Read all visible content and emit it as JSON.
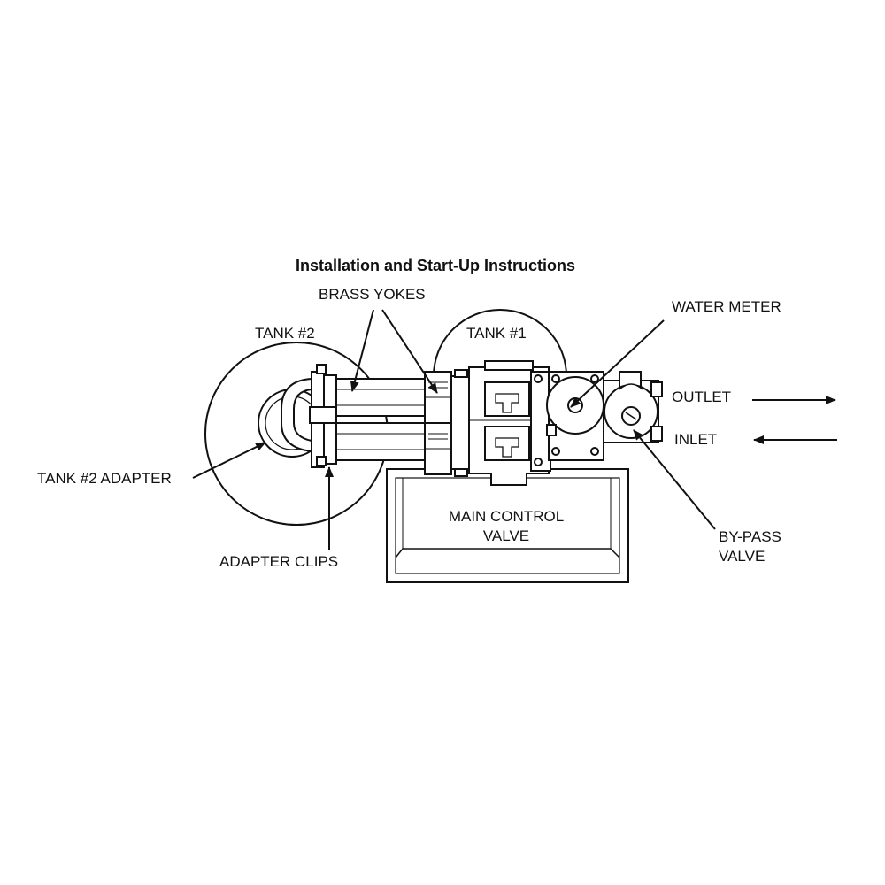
{
  "title": "Installation and Start-Up Instructions",
  "labels": {
    "brass_yokes": "BRASS YOKES",
    "tank2": "TANK #2",
    "tank1": "TANK #1",
    "water_meter": "WATER METER",
    "outlet": "OUTLET",
    "inlet": "INLET",
    "tank2_adapter": "TANK #2 ADAPTER",
    "main_control_line1": "MAIN CONTROL",
    "main_control_line2": "VALVE",
    "bypass_line1": "BY-PASS",
    "bypass_line2": "VALVE",
    "adapter_clips": "ADAPTER CLIPS"
  },
  "colors": {
    "ink": "#111111",
    "background": "#ffffff"
  }
}
